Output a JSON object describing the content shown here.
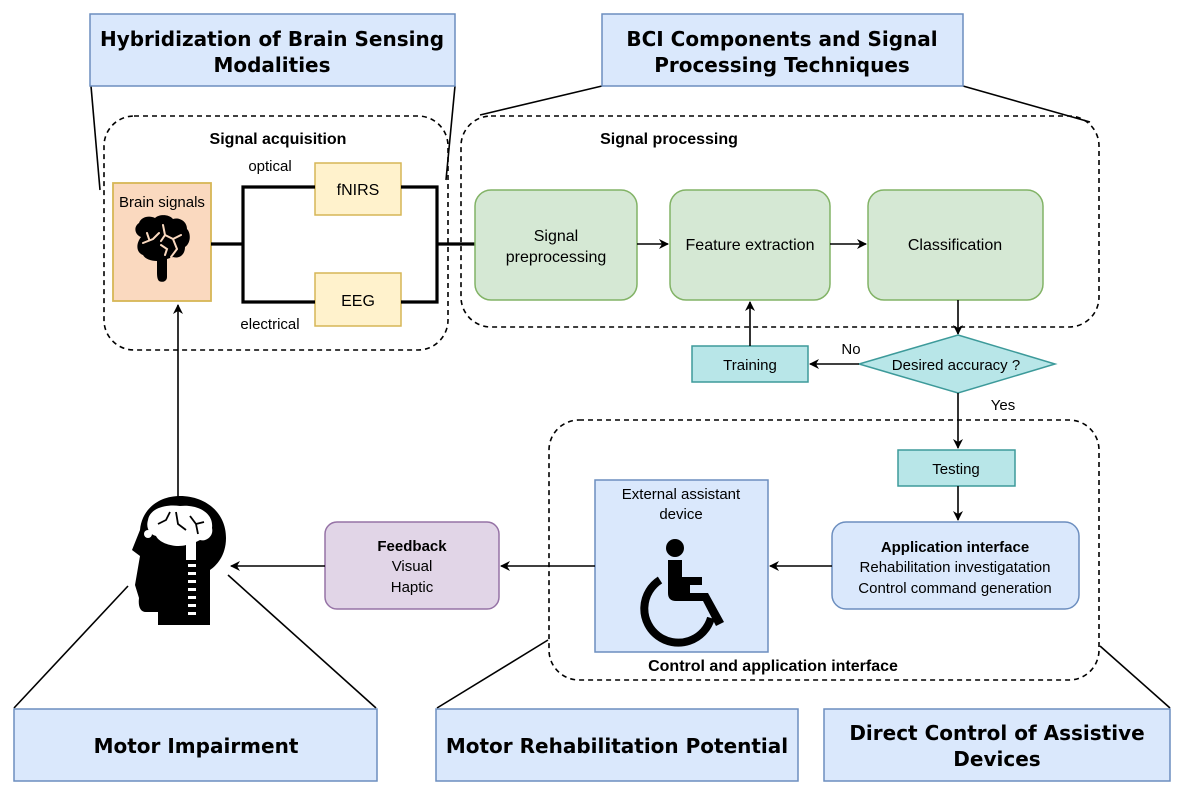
{
  "titles": {
    "hybridization_line1": "Hybridization of Brain Sensing",
    "hybridization_line2": "Modalities",
    "bci_line1": "BCI Components and Signal",
    "bci_line2": "Processing Techniques",
    "motor_impairment": "Motor Impairment",
    "motor_rehab": "Motor Rehabilitation Potential",
    "direct_control_line1": "Direct Control of Assistive",
    "direct_control_line2": "Devices"
  },
  "groups": {
    "signal_acquisition": "Signal acquisition",
    "signal_processing": "Signal processing",
    "control_interface": "Control and application interface"
  },
  "acquisition": {
    "brain_signals": "Brain signals",
    "fnirs": "fNIRS",
    "eeg": "EEG",
    "optical": "optical",
    "electrical": "electrical"
  },
  "processing": {
    "preprocessing_line1": "Signal",
    "preprocessing_line2": "preprocessing",
    "feature_extraction": "Feature extraction",
    "classification": "Classification",
    "training": "Training",
    "decision": "Desired accuracy ?",
    "no": "No",
    "yes": "Yes",
    "testing": "Testing"
  },
  "application": {
    "title": "Application interface",
    "line1": "Rehabilitation investigatation",
    "line2": "Control command generation"
  },
  "device": {
    "line1": "External  assistant",
    "line2": "device"
  },
  "feedback": {
    "title": "Feedback",
    "line1": "Visual",
    "line2": "Haptic"
  },
  "icons": {
    "brain": "brain-icon",
    "head": "head-brain-icon",
    "wheelchair": "wheelchair-icon"
  },
  "colors": {
    "title_fill": "#dae8fc",
    "title_stroke": "#6c8ebf",
    "brain_box_fill": "#fad9bf",
    "brain_box_stroke": "#d6b656",
    "sensor_fill": "#fff2cc",
    "process_fill": "#d5e8d4",
    "process_stroke": "#82b366",
    "teal_fill": "#b8e6e8",
    "teal_stroke": "#3d9a9a",
    "feedback_fill": "#e1d5e7",
    "feedback_stroke": "#9673a6"
  }
}
